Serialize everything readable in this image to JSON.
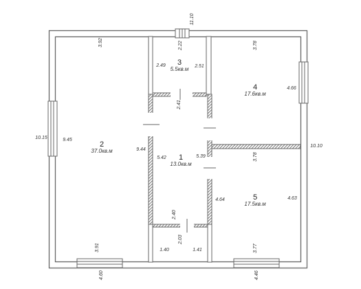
{
  "colors": {
    "wall": "#666666",
    "wall_fill": "#ffffff",
    "hatch": "#555555",
    "text": "#333333",
    "background": "#ffffff"
  },
  "rooms": [
    {
      "id": "2",
      "number": "2",
      "area": "37.0кв.м"
    },
    {
      "id": "3",
      "number": "3",
      "area": "5.5кв.м"
    },
    {
      "id": "4",
      "number": "4",
      "area": "17.6кв.м"
    },
    {
      "id": "1",
      "number": "1",
      "area": "13.0кв.м"
    },
    {
      "id": "5",
      "number": "5",
      "area": "17.5кв.м"
    }
  ],
  "dimensions": {
    "top_overall": "11.10",
    "left_overall": "10.15",
    "right_overall": "10.10",
    "r2_top": "3.92",
    "r2_left": "9.45",
    "r2_right": "9.44",
    "r2_bottom": "3.91",
    "r3_top": "2.22",
    "r3_left": "2.49",
    "r3_right": "2.51",
    "r3_bottom": "2.41",
    "r4_top": "3.78",
    "r4_right": "4.66",
    "r1_left": "5.42",
    "r1_right": "5.39",
    "r1_bottom": "2.40",
    "r5_top": "3.78",
    "r5_left": "4.64",
    "r5_right": "4.63",
    "r5_bottom": "3.77",
    "door_entry": "2.03",
    "bottom_left_window": "4.60",
    "bottom_right_window": "4.46",
    "entry_left_wall": "1.40",
    "entry_right_wall": "1.41"
  }
}
